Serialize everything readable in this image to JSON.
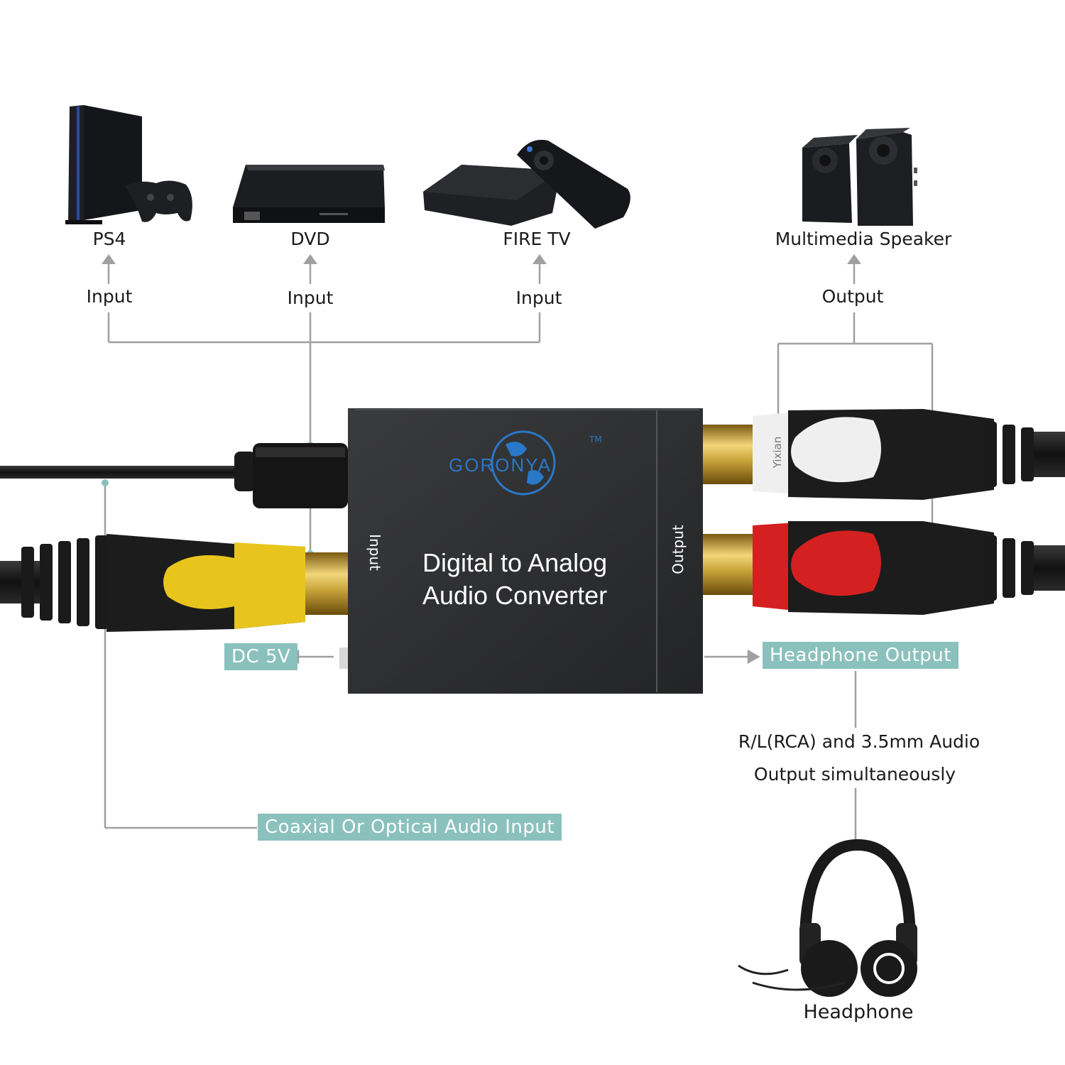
{
  "sources": [
    {
      "name": "PS4",
      "link": "Input"
    },
    {
      "name": "DVD",
      "link": "Input"
    },
    {
      "name": "FIRE TV",
      "link": "Input"
    }
  ],
  "speaker": {
    "name": "Multimedia Speaker",
    "link": "Output"
  },
  "converter": {
    "brand": "GORONYA",
    "tm": "TM",
    "title_line1": "Digital to Analog",
    "title_line2": "Audio Converter",
    "input_side": "Input",
    "output_side": "Output",
    "cable_marking": "Yixian"
  },
  "tags": {
    "dc": "DC 5V",
    "headphone_output": "Headphone Output",
    "coaxial": "Coaxial Or Optical Audio Input"
  },
  "notes": {
    "line1": "R/L(RCA) and 3.5mm Audio",
    "line2": "Output simultaneously"
  },
  "headphone": {
    "name": "Headphone"
  },
  "colors": {
    "connector_line": "#a0a0a0",
    "tag_bg": "#8ac1bd",
    "device_body": "#2c2d2f",
    "brand_blue": "#2a78c8",
    "plug_yellow": "#e8c51c",
    "plug_red": "#d42020",
    "plug_white": "#efefef",
    "gold": "#c9a43a"
  }
}
